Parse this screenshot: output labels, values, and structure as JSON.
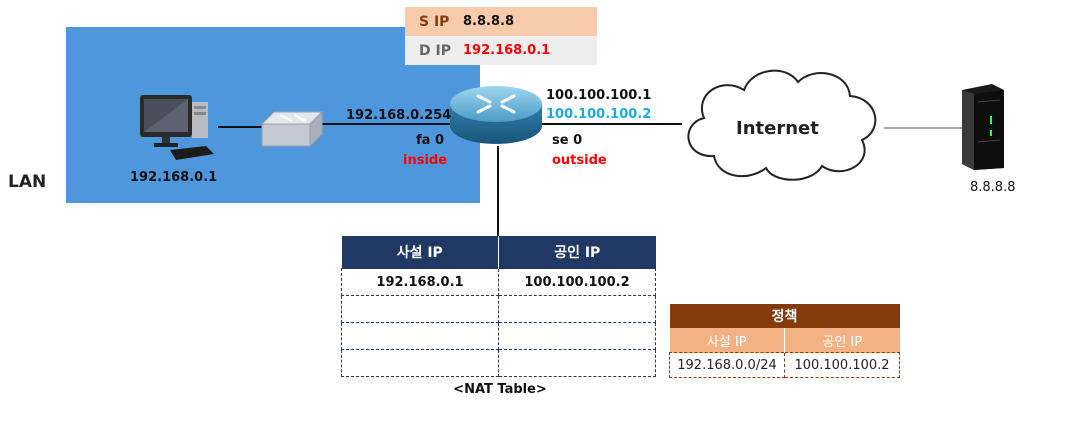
{
  "lan": {
    "label": "LAN"
  },
  "pc": {
    "ip": "192.168.0.1"
  },
  "router": {
    "inside_ip": "192.168.0.254",
    "inside_iface": "fa 0",
    "inside_label": "inside",
    "outside_ip_primary": "100.100.100.1",
    "outside_ip_nat": "100.100.100.2",
    "outside_iface": "se 0",
    "outside_label": "outside"
  },
  "internet": {
    "label": "Internet"
  },
  "server": {
    "ip": "8.8.8.8"
  },
  "packet": {
    "src_key": "S IP",
    "src_value": "8.8.8.8",
    "dst_key": "D IP",
    "dst_value": "192.168.0.1"
  },
  "nat_table": {
    "headers": [
      "사설 IP",
      "공인 IP"
    ],
    "rows": [
      [
        "192.168.0.1",
        "100.100.100.2"
      ],
      [
        "",
        ""
      ],
      [
        "",
        ""
      ],
      [
        "",
        ""
      ]
    ],
    "caption": "<NAT Table>"
  },
  "policy": {
    "title": "정책",
    "headers": [
      "사설 IP",
      "공인 IP"
    ],
    "row": [
      "192.168.0.0/24",
      "100.100.100.2"
    ]
  },
  "colors": {
    "lan_bg": "#4f97dc",
    "highlight_red": "#ff0000",
    "highlight_cyan": "#1da8e6",
    "nat_header": "#1f3864",
    "policy_header": "#843c0c",
    "policy_subheader": "#f4b183"
  }
}
